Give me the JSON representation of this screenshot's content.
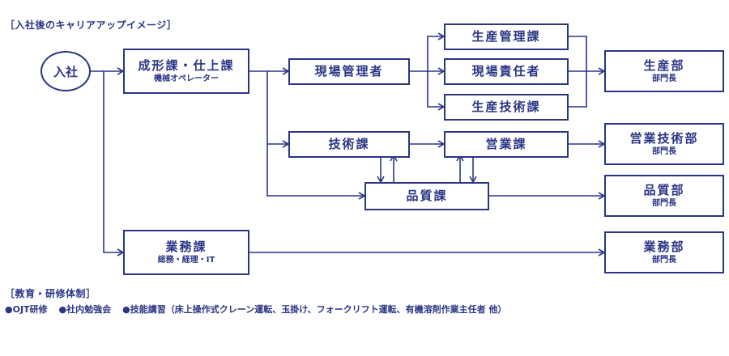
{
  "colors": {
    "accent": "#2a3585"
  },
  "headings": {
    "career": "［入社後のキャリアアップイメージ］",
    "training": "［教育・研修体制］"
  },
  "start": "入社",
  "boxes": {
    "seikei": {
      "title": "成形課・仕上課",
      "sub": "機械オペレーター"
    },
    "gemba": {
      "title": "現場管理者"
    },
    "seisan_kanri": {
      "title": "生産管理課"
    },
    "gemba_sekinin": {
      "title": "現場責任者"
    },
    "seisan_gijutsu": {
      "title": "生産技術課"
    },
    "gijutsu": {
      "title": "技術課"
    },
    "eigyo": {
      "title": "営業課"
    },
    "hinshitsu": {
      "title": "品質課"
    },
    "gyomu": {
      "title": "業務課",
      "sub": "総務・経理・IT"
    },
    "seisan_bu": {
      "title": "生産部",
      "sub": "部門長"
    },
    "eigyo_gijutsu_bu": {
      "title": "営業技術部",
      "sub": "部門長"
    },
    "hinshitsu_bu": {
      "title": "品質部",
      "sub": "部門長"
    },
    "gyomu_bu": {
      "title": "業務部",
      "sub": "部門長"
    }
  },
  "training_items": [
    "●OJT研修",
    "●社内勉強会",
    "●技能講習（床上操作式クレーン運転、玉掛け、フォークリフト運転、有機溶剤作業主任者 他）"
  ]
}
